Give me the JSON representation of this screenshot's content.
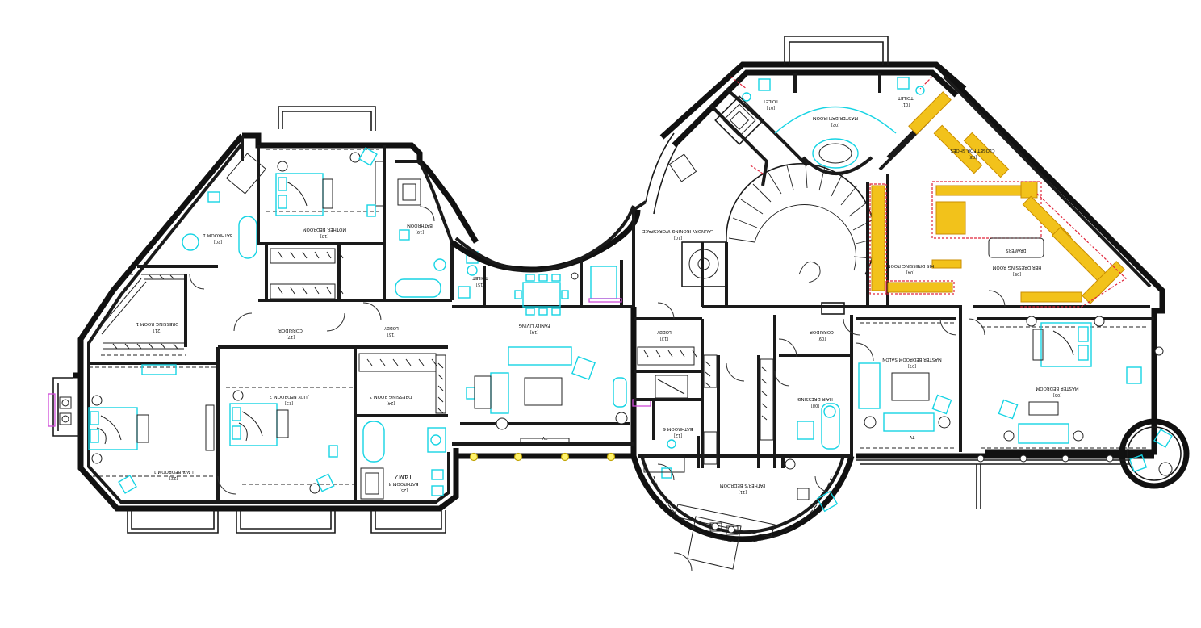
{
  "plan": {
    "rooms": [
      {
        "id": "lava-bedroom-1",
        "name": "LAVA BEDROOM 1",
        "tag": "[22]"
      },
      {
        "id": "judy-bedroom-2",
        "name": "JUDY BEDROOM 2",
        "tag": "[23]"
      },
      {
        "id": "dressing-room-3",
        "name": "DRESSING ROOM 3",
        "tag": "[24]"
      },
      {
        "id": "bathroom-4",
        "name": "BATHROOM 4",
        "tag": "[25]"
      },
      {
        "id": "dressing-room-1",
        "name": "DRESSING ROOM 1",
        "tag": "[21]"
      },
      {
        "id": "bathroom-1",
        "name": "BATHROOM 1",
        "tag": "[20]"
      },
      {
        "id": "mother-bedroom",
        "name": "MOTHER BEDROOM",
        "tag": "[18]"
      },
      {
        "id": "bathroom",
        "name": "BATHROOM",
        "tag": "[19]"
      },
      {
        "id": "corridor-west",
        "name": "CORRIDOR",
        "tag": "[17]"
      },
      {
        "id": "lobby-west",
        "name": "LOBBY",
        "tag": "[16]"
      },
      {
        "id": "toilet-west",
        "name": "TOILET",
        "tag": "[15]"
      },
      {
        "id": "family-living",
        "name": "FAMILY LIVING",
        "tag": "[14]"
      },
      {
        "id": "lobby-center",
        "name": "LOBBY",
        "tag": "[13]"
      },
      {
        "id": "bathroom-6",
        "name": "BATHROOM 6",
        "tag": "[12]"
      },
      {
        "id": "father-bedroom",
        "name": "FATHER'S BEDROOM",
        "tag": "[11]"
      },
      {
        "id": "laundry-ironing",
        "name": "LAUNDRY IRONING WORKSPACE",
        "tag": "[10]"
      },
      {
        "id": "corridor-east",
        "name": "CORRIDOR",
        "tag": "[09]"
      },
      {
        "id": "hair-dressing",
        "name": "HAIR DRESSING",
        "tag": "[08]"
      },
      {
        "id": "master-bedroom-salon",
        "name": "MASTER BEDROOM SALON",
        "tag": "[07]"
      },
      {
        "id": "master-bedroom",
        "name": "MASTER BEDROOM",
        "tag": "[06]"
      },
      {
        "id": "her-dressing-room",
        "name": "HER DRESSING ROOM",
        "tag": "[05]"
      },
      {
        "id": "his-dressing-room",
        "name": "HIS DRESSING ROOM",
        "tag": "[04]"
      },
      {
        "id": "closet-for-shoes",
        "name": "CLOSET FOR SHOES",
        "tag": "[03]"
      },
      {
        "id": "master-bathroom",
        "name": "MASTER BATHROOM",
        "tag": "[02]"
      },
      {
        "id": "toilet-east-1",
        "name": "TOILET",
        "tag": "[01]"
      },
      {
        "id": "toilet-east-2",
        "name": "TOILET",
        "tag": "[01]"
      }
    ],
    "annotations": {
      "area_label": "14M2",
      "tv_label_1": "TV",
      "tv_label_2": "TV",
      "drawers_label": "DRAWERS"
    },
    "colors": {
      "walls": "#1a1a1a",
      "furniture_accent": "#16d4e4",
      "shelving": "#f2c21b",
      "glazing": "#d04ad9",
      "closet_outline": "#e0243a"
    }
  }
}
